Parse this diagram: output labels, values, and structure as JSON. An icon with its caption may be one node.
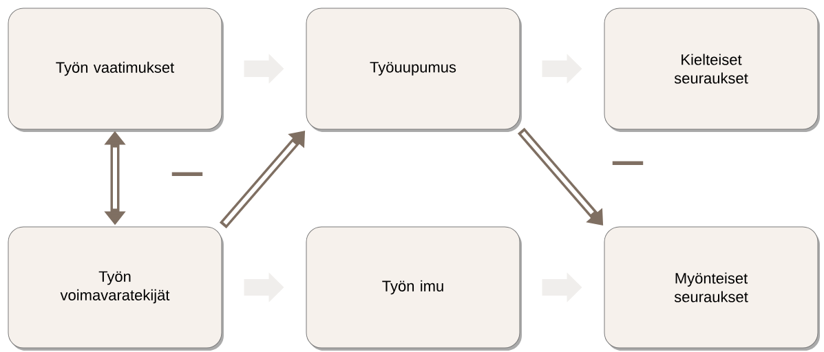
{
  "diagram": {
    "nodes": [
      {
        "text": [
          "Työn vaatimukset"
        ]
      },
      {
        "text": [
          "Työuupumus"
        ]
      },
      {
        "text": [
          "Kielteiset seuraukset"
        ]
      },
      {
        "text": [
          "Työn voimavaratekijät"
        ]
      },
      {
        "text": [
          "Työn imu"
        ]
      },
      {
        "text": [
          "Myönteiset seuraukset"
        ]
      }
    ],
    "edges": [
      {
        "from": 0,
        "to": 1,
        "arrow": "to"
      },
      {
        "from": 1,
        "to": 2,
        "arrow": "to"
      },
      {
        "from": 3,
        "to": 4,
        "arrow": "to"
      },
      {
        "from": 4,
        "to": 5,
        "arrow": "to"
      },
      {
        "from": 0,
        "to": 3,
        "arrow": "both",
        "color": "#7f6f62"
      },
      {
        "from": 3,
        "to": 1,
        "arrow": "to",
        "color": "#7f6f62"
      },
      {
        "from": 1,
        "to": 5,
        "arrow": "to",
        "color": "#7f6f62"
      }
    ],
    "labels": [
      "–",
      "–"
    ]
  }
}
